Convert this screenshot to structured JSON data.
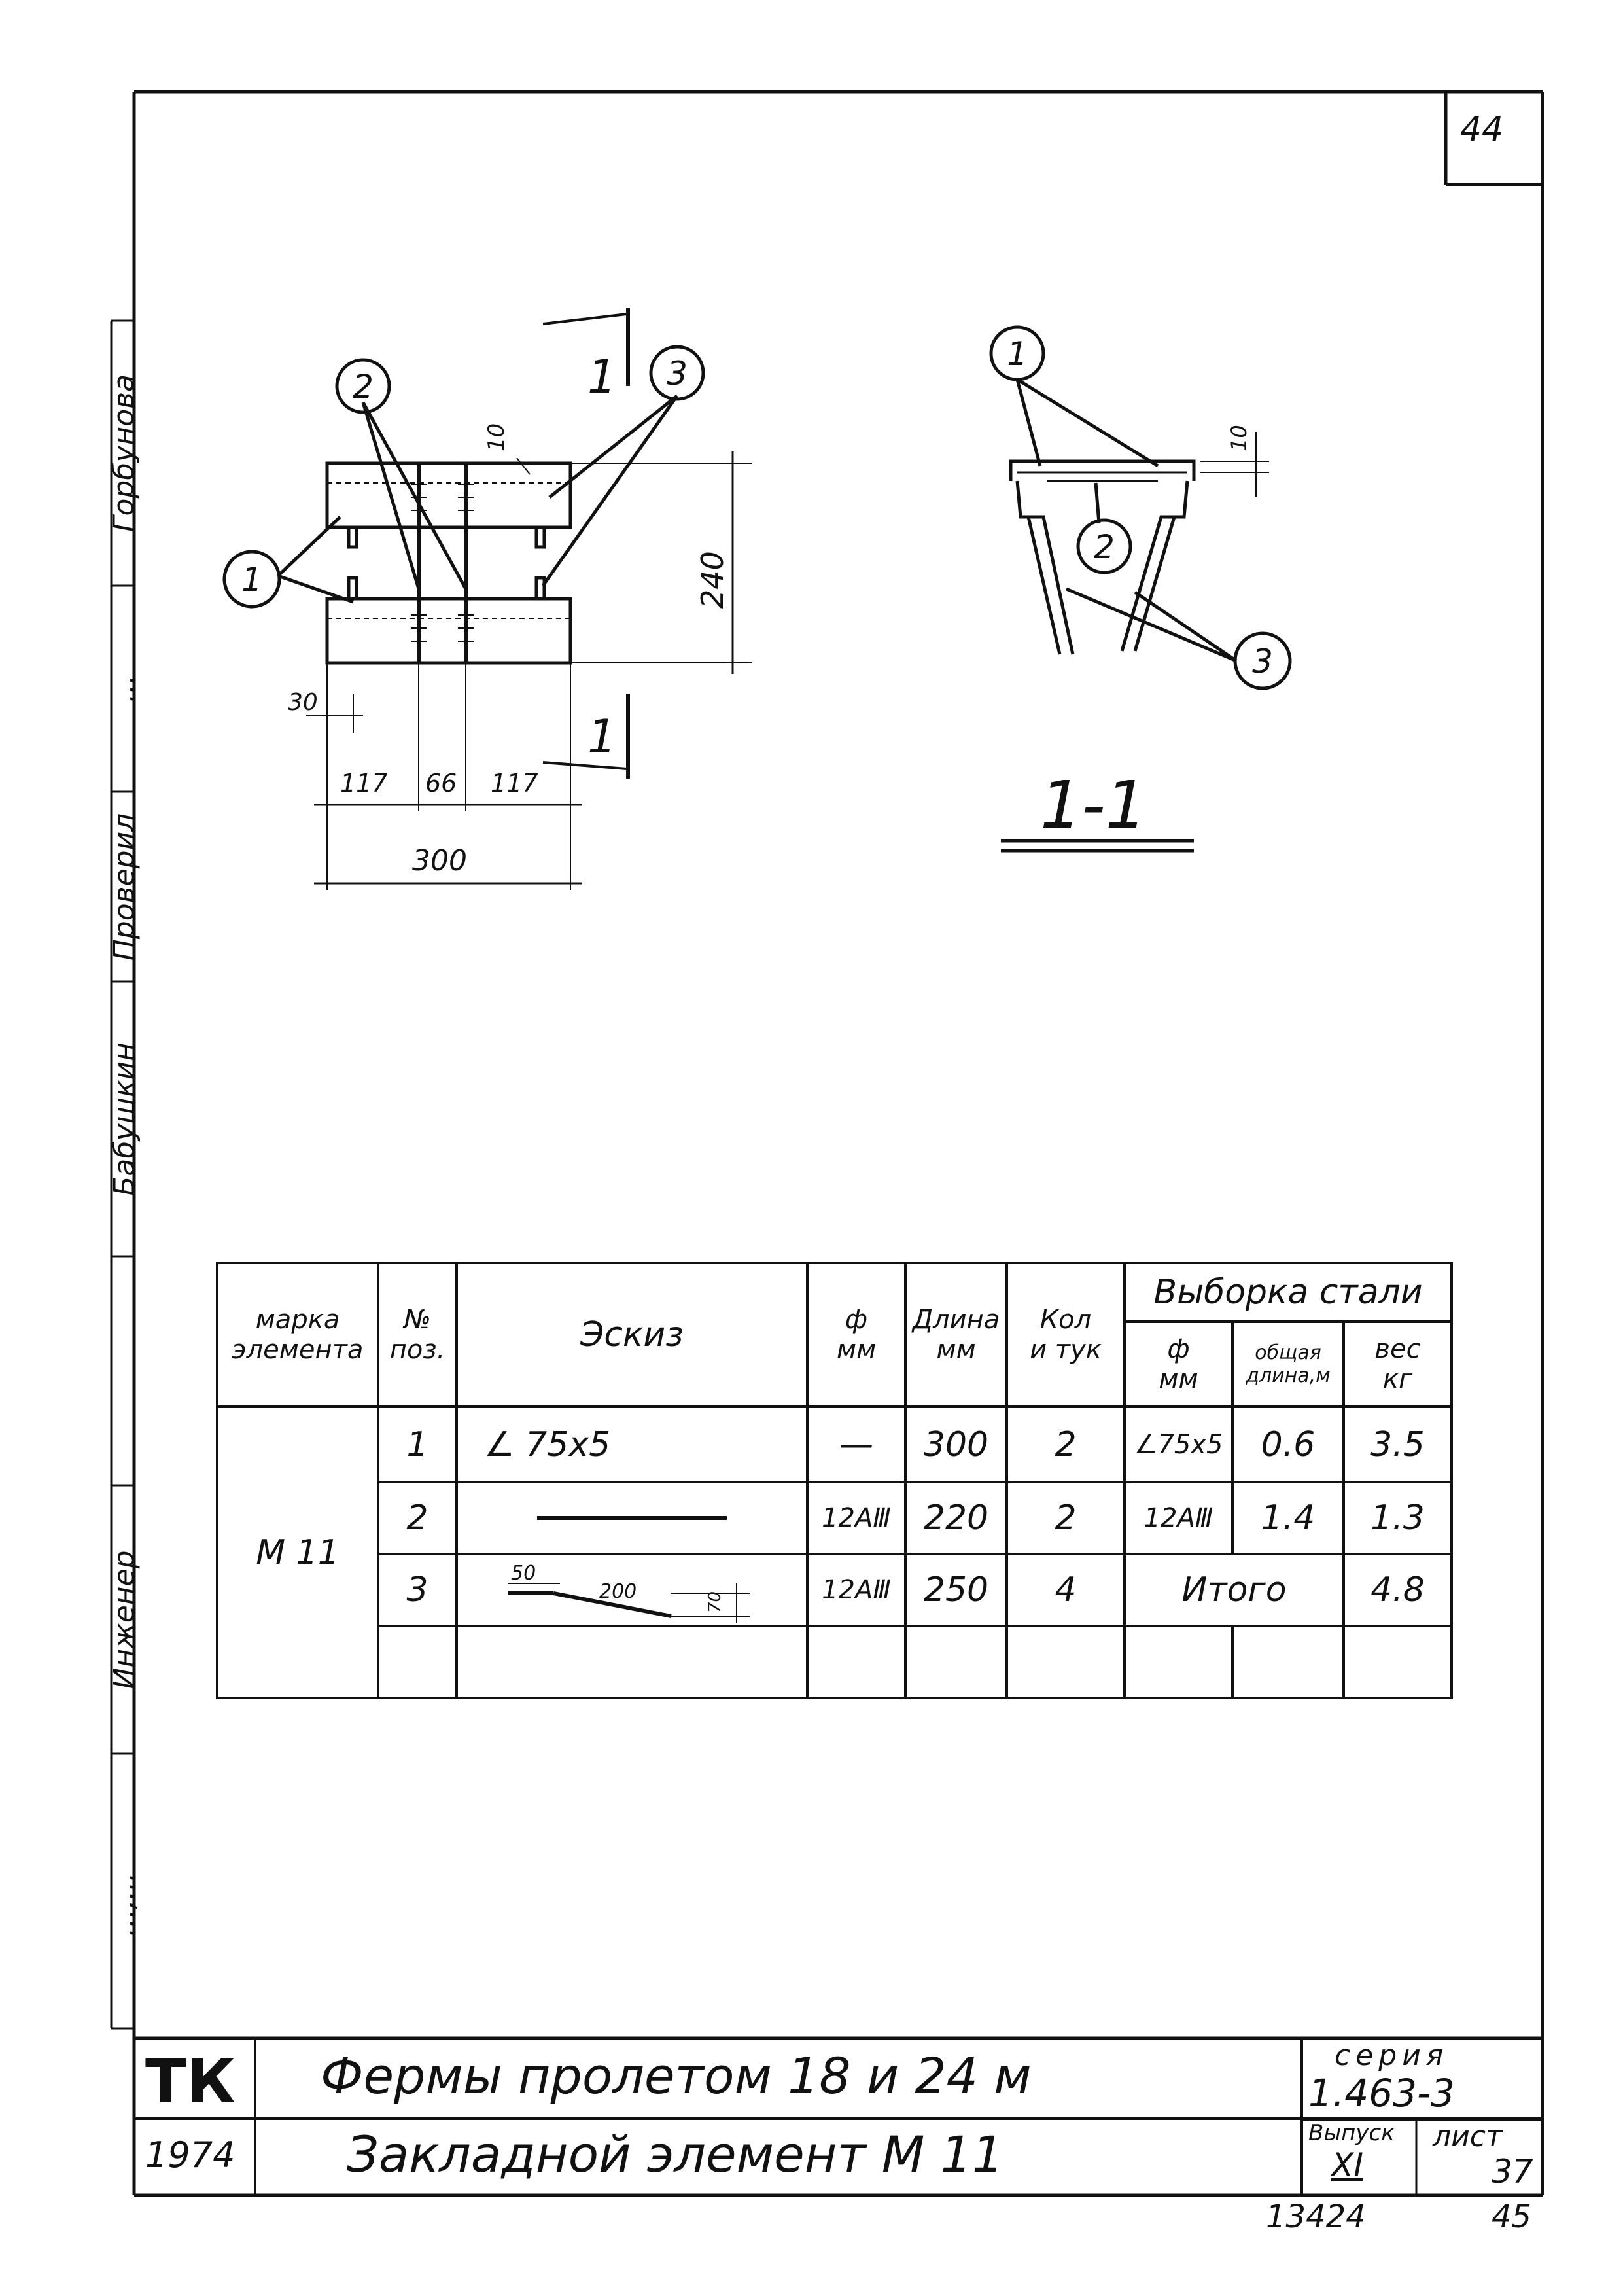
{
  "page_number_top": "44",
  "side_stamp": {
    "names": [
      "Горбунова",
      "Проверил",
      "Бабушкин",
      "Инженер"
    ],
    "codes": [
      "...",
      "...,..."
    ]
  },
  "drawing": {
    "plan_labels": {
      "section_marker_top": "1",
      "section_marker_bottom": "1",
      "callouts": [
        "1",
        "2",
        "3"
      ],
      "dim_thickness": "10",
      "dim_height": "240",
      "dim_edge": "30",
      "dim_left": "117",
      "dim_middle": "66",
      "dim_right": "117",
      "dim_total": "300"
    },
    "section_labels": {
      "callouts": [
        "1",
        "2",
        "3"
      ],
      "dim_thickness": "10",
      "title": "1-1"
    }
  },
  "spec_table": {
    "headers": {
      "mark_1": "марка",
      "mark_2": "элемента",
      "pos_1": "№",
      "pos_2": "поз.",
      "sketch": "Эскиз",
      "phi_1": "ф",
      "phi_2": "мм",
      "length_1": "Длина",
      "length_2": "мм",
      "qty_1": "Кол",
      "qty_2": "и тук",
      "steel": "Выборка стали",
      "steel_phi_1": "ф",
      "steel_phi_2": "мм",
      "steel_len_1": "общая",
      "steel_len_2": "длина,м",
      "steel_w_1": "вес",
      "steel_w_2": "кг"
    },
    "mark": "М 11",
    "rows": [
      {
        "pos": "1",
        "sketch": "∠ 75х5",
        "phi": "—",
        "length": "300",
        "qty": "2",
        "steel_phi": "∠75х5",
        "steel_len": "0.6",
        "steel_w": "3.5"
      },
      {
        "pos": "2",
        "sketch": "",
        "phi": "12АⅢ",
        "length": "220",
        "qty": "2",
        "steel_phi": "12АⅢ",
        "steel_len": "1.4",
        "steel_w": "1.3"
      },
      {
        "pos": "3",
        "sketch": "",
        "phi": "12АⅢ",
        "length": "250",
        "qty": "4",
        "steel_phi": "",
        "steel_len": "",
        "steel_w": "4.8"
      }
    ],
    "sketch3_labels": [
      "50",
      "200",
      "70"
    ],
    "total_label": "Итого"
  },
  "title_block": {
    "org": "ТК",
    "year": "1974",
    "line1": "Фермы пролетом 18 и 24 м",
    "line2": "Закладной элемент М 11",
    "series_label": "серия",
    "series_value": "1.463-3",
    "issue_label": "Выпуск",
    "issue_value": "XI",
    "sheet_label": "лист",
    "sheet_value": "37"
  },
  "bottom_numbers": {
    "left": "13424",
    "right": "45"
  }
}
